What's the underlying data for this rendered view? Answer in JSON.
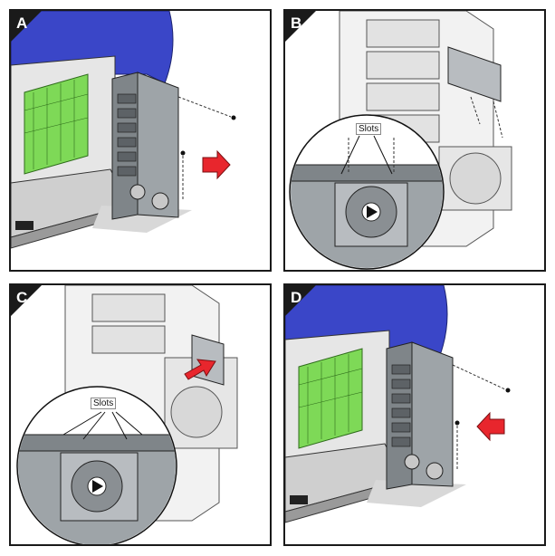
{
  "panels": {
    "a": {
      "label": "A"
    },
    "b": {
      "label": "B",
      "callout": "Slots"
    },
    "c": {
      "label": "C",
      "callout": "Slots"
    },
    "d": {
      "label": "D"
    }
  },
  "colors": {
    "arrow": "#e8262d",
    "board": "#7ed957",
    "chassis_blue": "#3a46c8",
    "bracket": "#9ea4a8"
  }
}
